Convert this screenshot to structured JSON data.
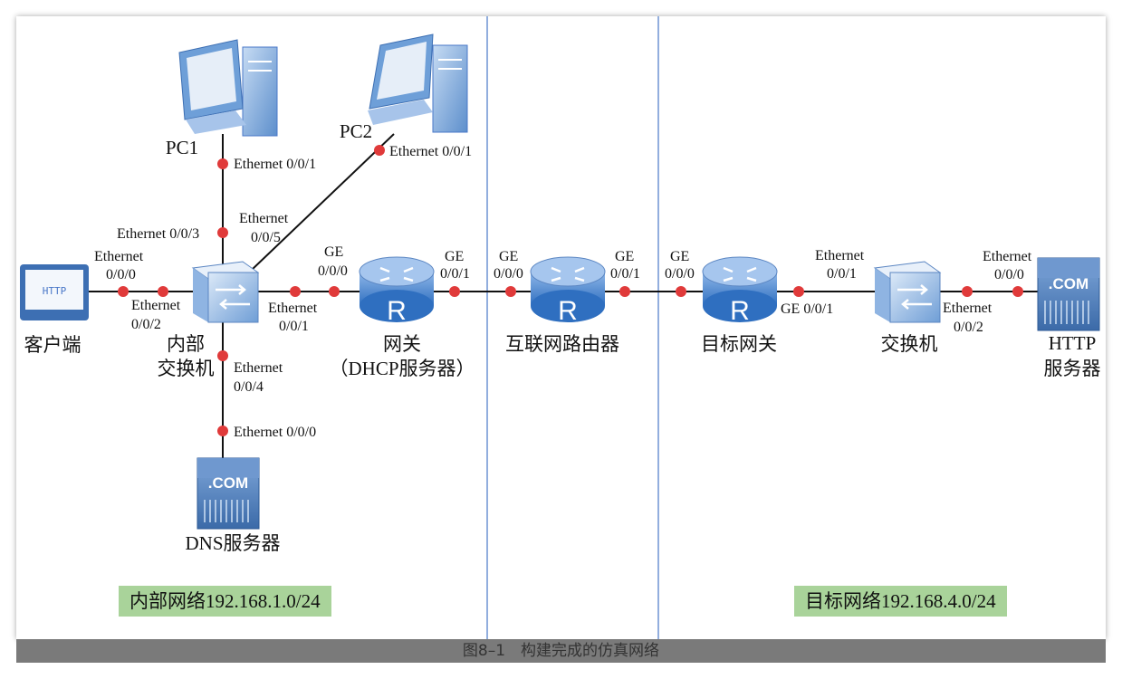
{
  "caption": "图8–1　构建完成的仿真网络",
  "zones": {
    "internal": "内部网络192.168.1.0/24",
    "target": "目标网络192.168.4.0/24"
  },
  "devices": {
    "client": "客户端",
    "internal_switch_line1": "内部",
    "internal_switch_line2": "交换机",
    "pc1": "PC1",
    "pc2": "PC2",
    "gateway_line1": "网关",
    "gateway_line2": "（DHCP服务器）",
    "internet_router": "互联网路由器",
    "target_gateway": "目标网关",
    "target_switch": "交换机",
    "http_server_line1": "HTTP",
    "http_server_line2": "服务器",
    "dns_server": "DNS服务器"
  },
  "ports": {
    "pc1_eth": "Ethernet 0/0/1",
    "pc2_eth": "Ethernet 0/0/1",
    "sw_eth3": "Ethernet 0/0/3",
    "sw_eth5_a": "Ethernet",
    "sw_eth5_b": "0/0/5",
    "client_eth_a": "Ethernet",
    "client_eth_b": "0/0/0",
    "sw_eth2_a": "Ethernet",
    "sw_eth2_b": "0/0/2",
    "sw_eth1_a": "Ethernet",
    "sw_eth1_b": "0/0/1",
    "gw_ge0_a": "GE",
    "gw_ge0_b": "0/0/0",
    "gw_ge1_a": "GE",
    "gw_ge1_b": "0/0/1",
    "ir_ge0_a": "GE",
    "ir_ge0_b": "0/0/0",
    "ir_ge1_a": "GE",
    "ir_ge1_b": "0/0/1",
    "tg_ge0_a": "GE",
    "tg_ge0_b": "0/0/0",
    "tg_ge1": "GE 0/0/1",
    "ts_eth1_a": "Ethernet",
    "ts_eth1_b": "0/0/1",
    "ts_eth2_a": "Ethernet",
    "ts_eth2_b": "0/0/2",
    "hs_eth0_a": "Ethernet",
    "hs_eth0_b": "0/0/0",
    "sw_eth4_a": "Ethernet",
    "sw_eth4_b": "0/0/4",
    "dns_eth0": "Ethernet 0/0/0"
  },
  "icon_text": {
    "http": "HTTP",
    "com": ".COM",
    "router_letter": "R"
  }
}
